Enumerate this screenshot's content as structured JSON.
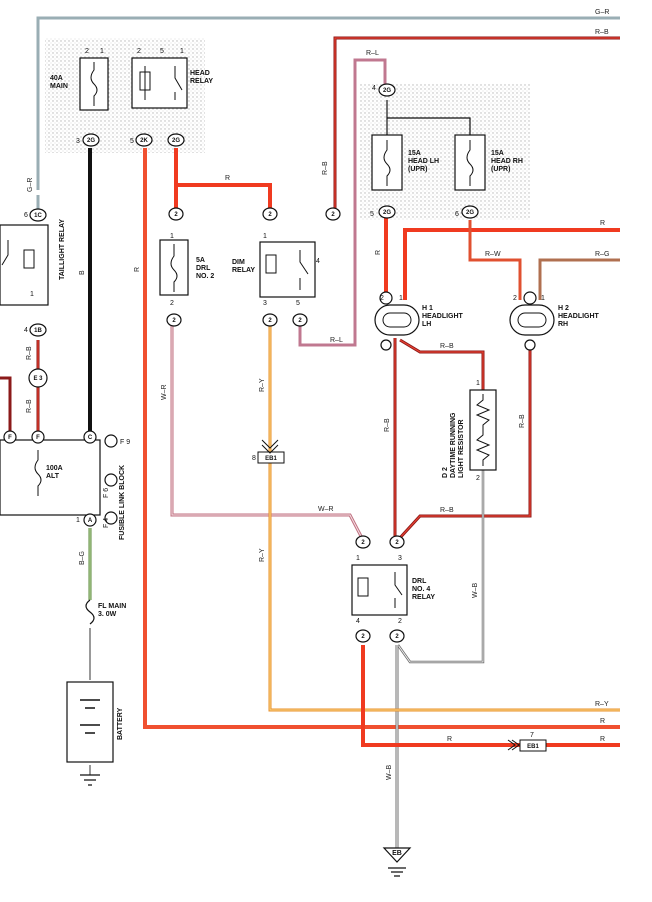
{
  "wires": {
    "g_r_top": "G–R",
    "r_b_top": "R–B",
    "r_l_top": "R–L",
    "r_b_mid": "R–B",
    "r_right1": "R",
    "r_w": "R–W",
    "r_g_right": "R–G",
    "r_dim": "R",
    "b_main": "B",
    "r_left": "R",
    "g_r_left": "G–R",
    "r_l_low": "R–L",
    "w_r_a": "W–R",
    "w_r_b": "W–R",
    "r_y_a": "R–Y",
    "r_y_b": "R–Y",
    "r_y_right": "R–Y",
    "r_bottom1": "R",
    "r_bottom2": "R",
    "r_bottom3": "R",
    "r_b_h1": "R–B",
    "r_b_h1b": "R–B",
    "r_b_d2": "R–B",
    "r_b_left1": "R–B",
    "r_b_left2": "R–B",
    "b_g": "B–G",
    "w_b_a": "W–B",
    "w_b_b": "W–B",
    "r_vert": "R",
    "r_b_vert": "R–B",
    "r_b_right": "R–B"
  },
  "components": {
    "main_fuse": "40A\nMAIN",
    "head_relay": "HEAD\nRELAY",
    "drl_fuse": "5A\nDRL\nNO. 2",
    "dim_relay": "DIM\nRELAY",
    "head_lh_fuse": "15A\nHEAD LH\n(UPR)",
    "head_rh_fuse": "15A\nHEAD RH\n(UPR)",
    "headlight_lh": "H 1\nHEADLIGHT\nLH",
    "headlight_rh": "H 2\nHEADLIGHT\nRH",
    "taillight_relay": "TAILLIGHT\nRELAY",
    "alt_fuse": "100A\nALT",
    "fusible_link_block": "FUSIBLE LINK BLOCK",
    "drl_resistor": "D 2\nDAYTIME RUNNING\nLIGHT RESISTOR",
    "drl_relay": "DRL\nNO. 4\nRELAY",
    "fl_main": "FL MAIN\n3. 0W",
    "battery": "BATTERY",
    "ground_eb": "EB"
  },
  "connectors": {
    "c2g_a": "2G",
    "c2g_b": "2G",
    "c2g_c": "2G",
    "c2g_d": "2G",
    "c2g_e": "2G",
    "c2k": "2K",
    "c1c": "1C",
    "c1b": "1B",
    "e3": "E 3",
    "eb1_a": "EB1",
    "eb1_b": "EB1",
    "cf": "F",
    "cf2": "F",
    "cc": "C",
    "ca": "A",
    "f9": "F 9",
    "f6": "F 6",
    "f4": "F 4"
  },
  "pins": {
    "p2": "2",
    "p1": "1",
    "p3": "3",
    "p4": "4",
    "p5": "5",
    "p6": "6",
    "p7": "7",
    "p8": "8"
  }
}
